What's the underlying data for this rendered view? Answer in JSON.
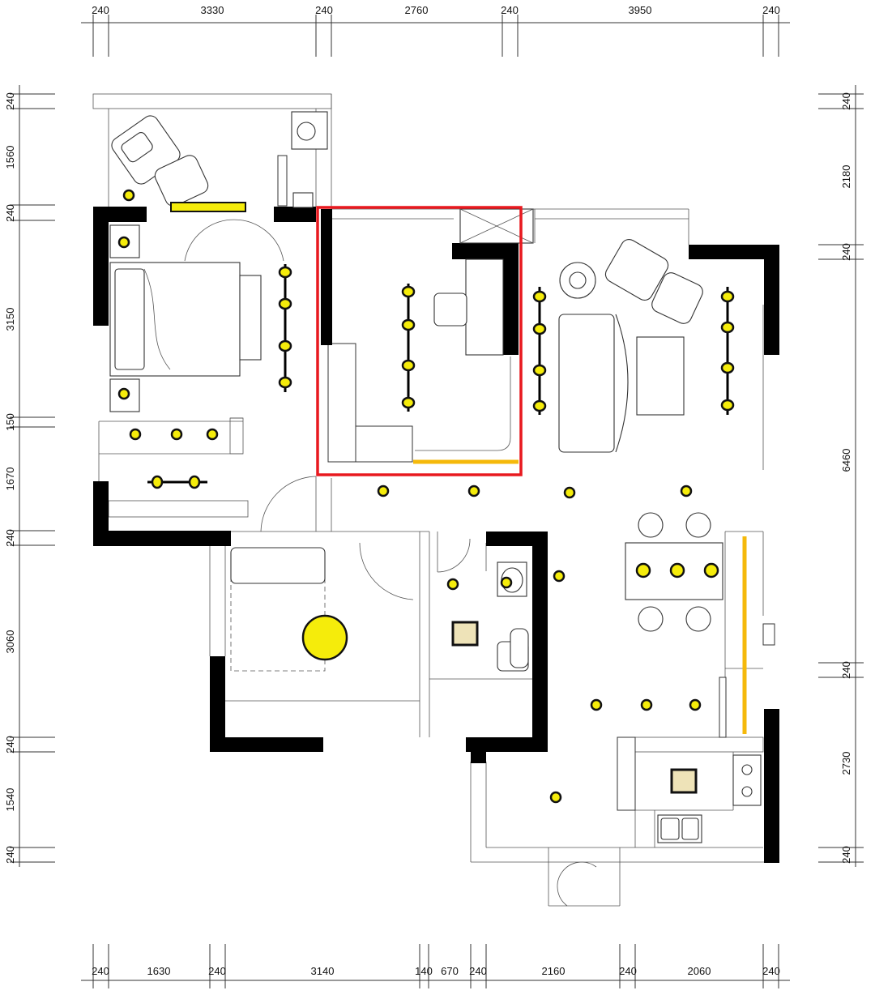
{
  "dimensions": {
    "top": [
      "240",
      "3330",
      "240",
      "2760",
      "240",
      "3950",
      "240"
    ],
    "bottom": [
      "240",
      "1630",
      "240",
      "3140",
      "140",
      "670",
      "240",
      "2160",
      "240",
      "2060",
      "240"
    ],
    "left": [
      "240",
      "1560",
      "240",
      "3150",
      "150",
      "1670",
      "240",
      "3060",
      "240",
      "1540",
      "240"
    ],
    "right": [
      "240",
      "2180",
      "240",
      "6460",
      "240",
      "2730",
      "240"
    ]
  },
  "colors": {
    "wall": "#000000",
    "lamp": "#f5ec0b",
    "highlight": "#e8191f",
    "light_strip": "#f5b90b",
    "appliance": "#eee3b8"
  }
}
